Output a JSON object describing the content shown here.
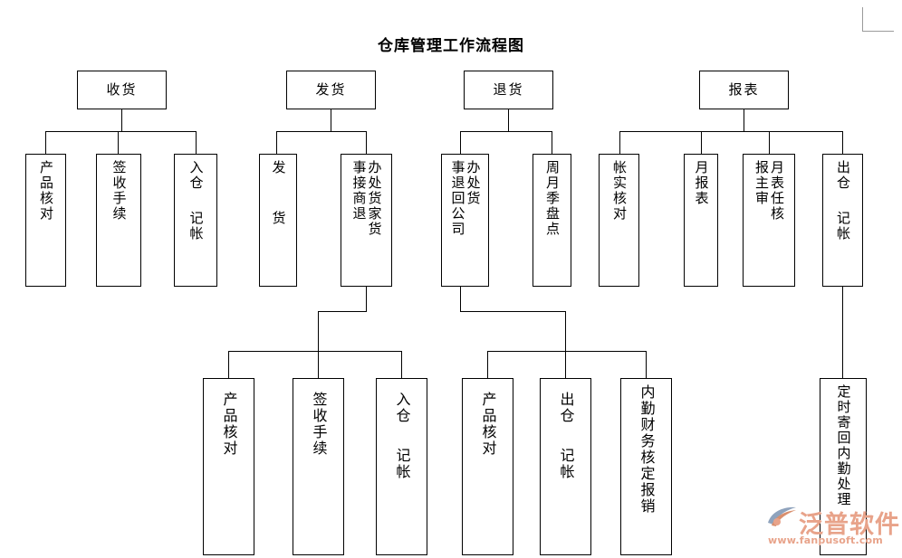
{
  "title": "仓库管理工作流程图",
  "colors": {
    "line": "#000000",
    "box_border": "#000000",
    "background": "#ffffff",
    "watermark": "#e8a38a",
    "watermark_logo": "#7f94b0",
    "corner_mark": "#9a9a9a"
  },
  "columns": [
    {
      "id": "receiving",
      "root": "收货",
      "children": [
        "产品核对",
        "签收手续",
        "入仓\n\n记帐"
      ]
    },
    {
      "id": "shipping",
      "root": "发货",
      "children": [
        "发\n\n货",
        "接商退货事／办处货家"
      ]
    },
    {
      "id": "returns",
      "root": "退货",
      "children": [
        "退回公司事／办处货",
        "周月季盘点"
      ]
    },
    {
      "id": "reports",
      "root": "报表",
      "children": [
        "帐实核对",
        "月报表",
        "报主审／月表任核",
        "出仓\n\n记帐"
      ]
    }
  ],
  "nodes": {
    "root_shouhuo": "收货",
    "root_fahuo": "发货",
    "root_tuihuo": "退货",
    "root_baobiao": "报表",
    "shouhuo_1": "产品核对",
    "shouhuo_2": "签收手续",
    "shouhuo_3_a": "入仓",
    "shouhuo_3_b": "记帐",
    "fahuo_1_a": "发",
    "fahuo_1_b": "货",
    "fahuo_2_right": "事接商退",
    "fahuo_2_left": "办处货家货",
    "tuihuo_1_right": "事退回公司",
    "tuihuo_1_left": "办处货",
    "tuihuo_2": "周月季盘点",
    "baobiao_1": "帐实核对",
    "baobiao_2": "月报表",
    "baobiao_3_right": "报主审",
    "baobiao_3_left": "月表任核",
    "baobiao_4_a": "出仓",
    "baobiao_4_b": "记帐",
    "row2_fh_1": "产品核对",
    "row2_fh_2": "签收手续",
    "row2_fh_3_a": "入仓",
    "row2_fh_3_b": "记帐",
    "row2_th_1": "产品核对",
    "row2_th_2_a": "出仓",
    "row2_th_2_b": "记帐",
    "row2_th_3": "内勤财务核定报销",
    "row2_bb_1": "定时寄回内勤处理"
  },
  "watermark": {
    "brand": "泛普软件",
    "url": "www.fanpusoft.com"
  }
}
